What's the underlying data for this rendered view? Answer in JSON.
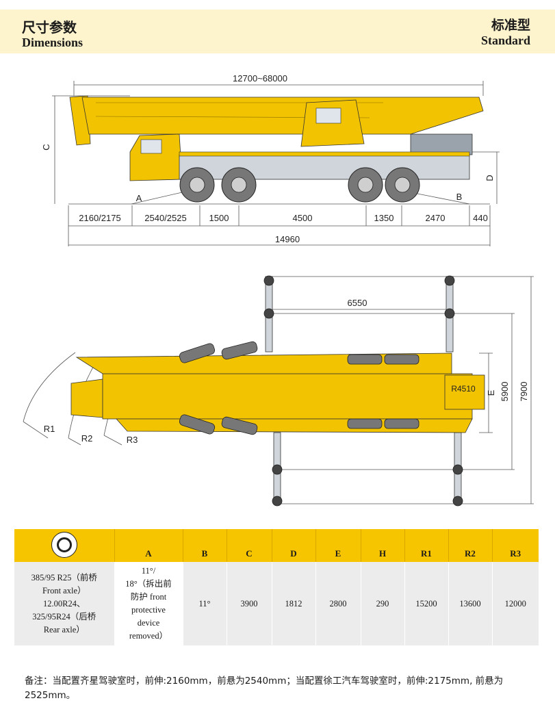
{
  "header": {
    "title_zh": "尺寸参数",
    "title_en": "Dimensions",
    "type_zh": "标准型",
    "type_en": "Standard"
  },
  "side_view": {
    "boom_length": "12700~68000",
    "height_label": "C",
    "d_label": "D",
    "angle_a_label": "A",
    "angle_b_label": "B",
    "segments": [
      "2160/2175",
      "2540/2525",
      "1500",
      "4500",
      "1350",
      "2470",
      "440"
    ],
    "overall_length": "14960"
  },
  "top_view": {
    "outrigger_span": "6550",
    "width_e_label": "E",
    "width_inner": "5900",
    "width_outer": "7900",
    "tail_radius": "R4510",
    "radius_labels": [
      "R1",
      "R2",
      "R3"
    ]
  },
  "table": {
    "headers": [
      "A",
      "B",
      "C",
      "D",
      "E",
      "H",
      "R1",
      "R2",
      "R3"
    ],
    "tyre_lines": [
      "385/95 R25（前桥",
      "Front axle）",
      "12.00R24、",
      "325/95R24（后桥",
      "Rear axle）"
    ],
    "a_lines": [
      "11°/",
      "18°（拆出前",
      "防护 front",
      "protective",
      "device",
      "removed）"
    ],
    "values": [
      "11°",
      "3900",
      "1812",
      "2800",
      "290",
      "15200",
      "13600",
      "12000"
    ]
  },
  "note": "备注：当配置齐星驾驶室时，前伸:2160mm，前悬为2540mm；当配置徐工汽车驾驶室时，前伸:2175mm, 前悬为2525mm。",
  "colors": {
    "accent": "#f7c400",
    "header_band": "#fdf3cc",
    "crane_yellow": "#f2c300"
  }
}
